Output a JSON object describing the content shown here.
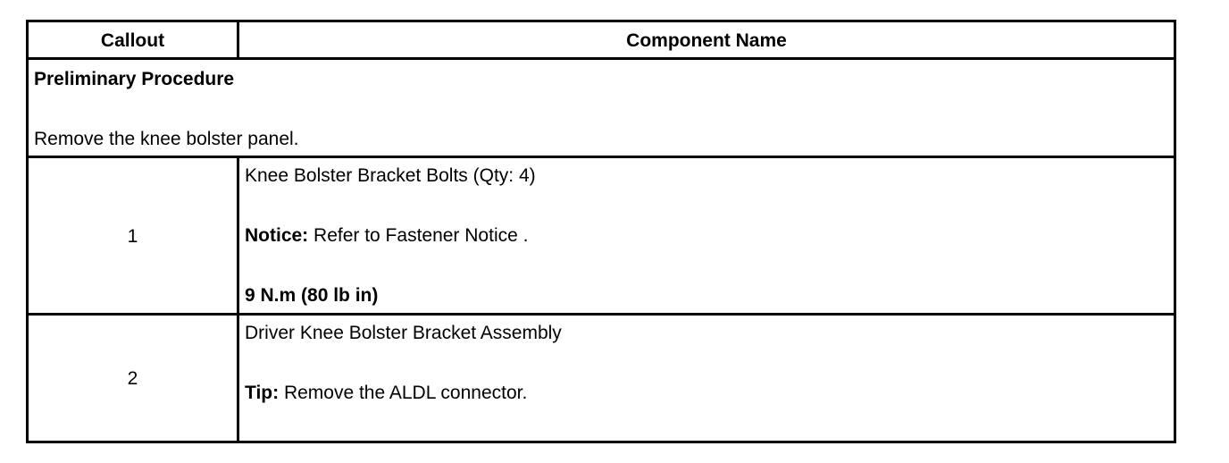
{
  "header": {
    "callout": "Callout",
    "component_name": "Component Name"
  },
  "preliminary": {
    "title": "Preliminary Procedure",
    "text": "Remove the knee bolster panel."
  },
  "rows": [
    {
      "callout": "1",
      "name": "Knee Bolster Bracket Bolts (Qty: 4)",
      "notice_label": "Notice:",
      "notice_text": " Refer to Fastener Notice .",
      "torque": "9 N.m (80 lb in)"
    },
    {
      "callout": "2",
      "name": "Driver Knee Bolster Bracket Assembly",
      "tip_label": "Tip:",
      "tip_text": " Remove the ALDL connector."
    }
  ]
}
